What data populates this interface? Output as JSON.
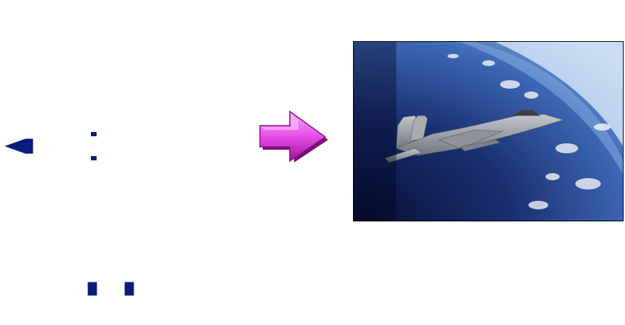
{
  "colors": {
    "blueprint_line": "#2f55e8",
    "blueprint_dark": "#0a1b7a",
    "arrow_light": "#f7a6f7",
    "arrow_main": "#e64fe6",
    "arrow_dark": "#9b129b",
    "sky_top": "#dfe9f6",
    "sky_haze": "#6d95d3",
    "space_dark": "#05082a",
    "earth_blue": "#1f3e86",
    "aircraft_gray": "#9ba0a8"
  },
  "figures": {
    "side_view": "blueprint-side-view",
    "top_view": "blueprint-top-view",
    "front_view": "blueprint-front-view",
    "arrow": "right-arrow-icon",
    "photo": "aircraft-photo"
  }
}
